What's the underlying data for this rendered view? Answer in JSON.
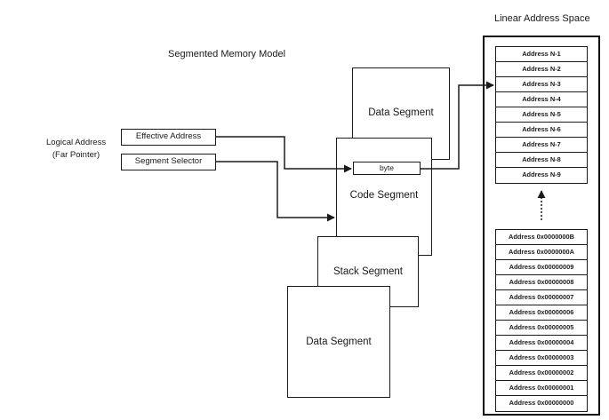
{
  "title": "Segmented Memory Model",
  "linear_address_space": {
    "title": "Linear Address Space",
    "top_addresses": [
      "Address N-1",
      "Address N-2",
      "Address N-3",
      "Address N-4",
      "Address N-5",
      "Address N-6",
      "Address N-7",
      "Address N-8",
      "Address N-9"
    ],
    "bottom_addresses": [
      "Address 0x0000000B",
      "Address 0x0000000A",
      "Address 0x00000009",
      "Address 0x00000008",
      "Address 0x00000007",
      "Address 0x00000006",
      "Address 0x00000005",
      "Address 0x00000004",
      "Address 0x00000003",
      "Address 0x00000002",
      "Address 0x00000001",
      "Address 0x00000000"
    ]
  },
  "logical_address": {
    "label_line1": "Logical Address",
    "label_line2": "(Far Pointer)",
    "effective_address": "Effective Address",
    "segment_selector": "Segment Selector"
  },
  "segments": {
    "data_segment_top": "Data Segment",
    "code_segment": "Code Segment",
    "byte": "byte",
    "stack_segment": "Stack Segment",
    "data_segment_bottom": "Data Segment"
  }
}
